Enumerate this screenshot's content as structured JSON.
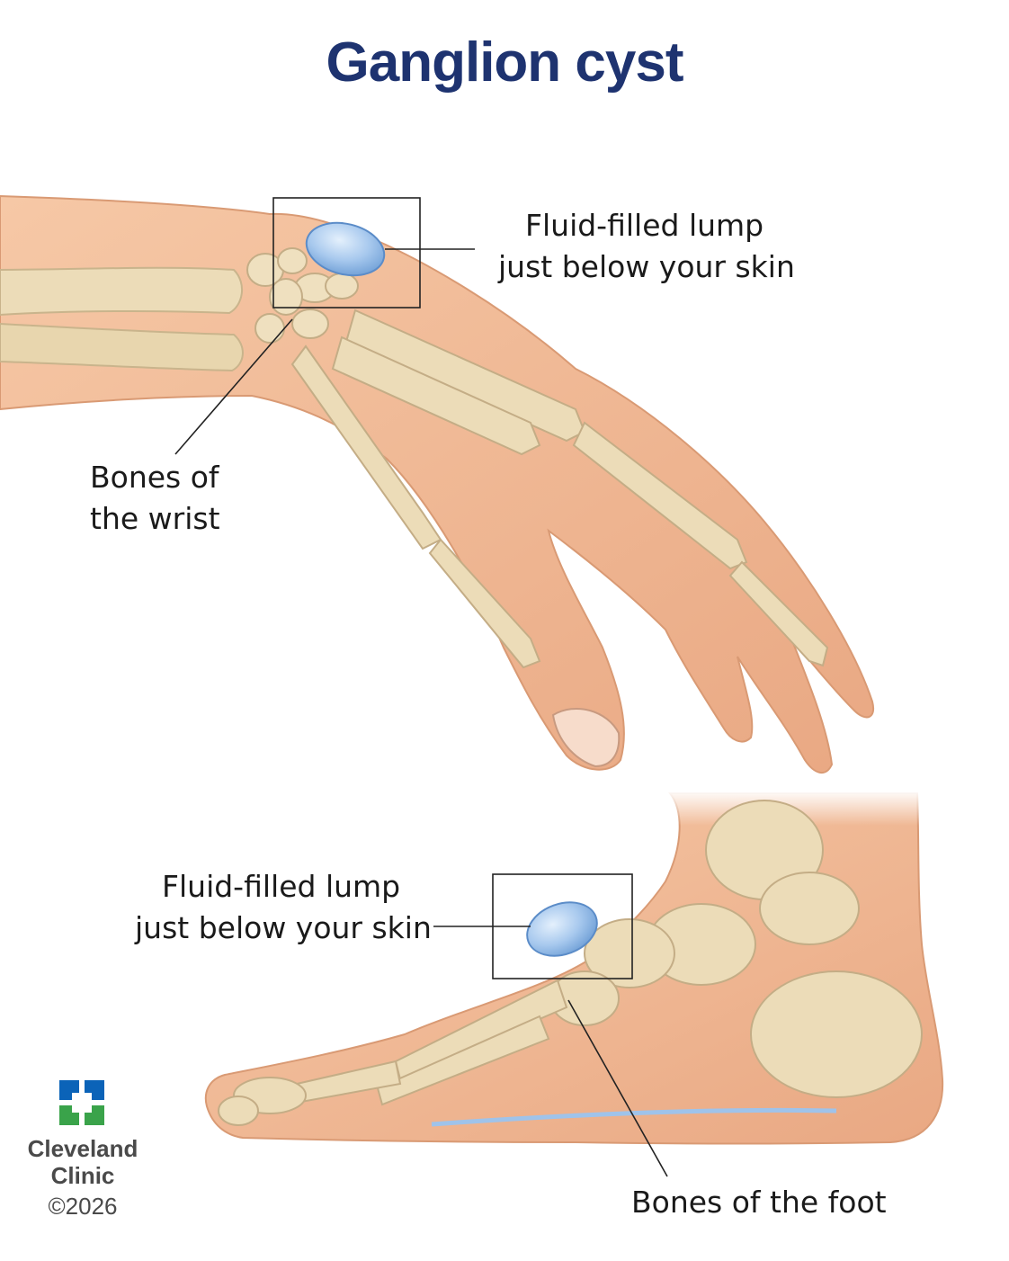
{
  "title": "Ganglion cyst",
  "hand_labels": {
    "lump_line1": "Fluid-filled lump",
    "lump_line2": "just below your skin",
    "bones_line1": "Bones of",
    "bones_line2": "the wrist"
  },
  "foot_labels": {
    "lump_line1": "Fluid-filled lump",
    "lump_line2": "just below your skin",
    "bones": "Bones of the foot"
  },
  "brand": {
    "name_line1": "Cleveland",
    "name_line2": "Clinic",
    "copyright": "©2026",
    "logo_icon": "cleveland-clinic-cross-icon"
  },
  "colors": {
    "title": "#1e3370",
    "skin": "#f0b993",
    "bone": "#ecdcb8",
    "cyst": "#8fb8e6",
    "logo_blue": "#0b63b8",
    "logo_green": "#3aa34a"
  }
}
